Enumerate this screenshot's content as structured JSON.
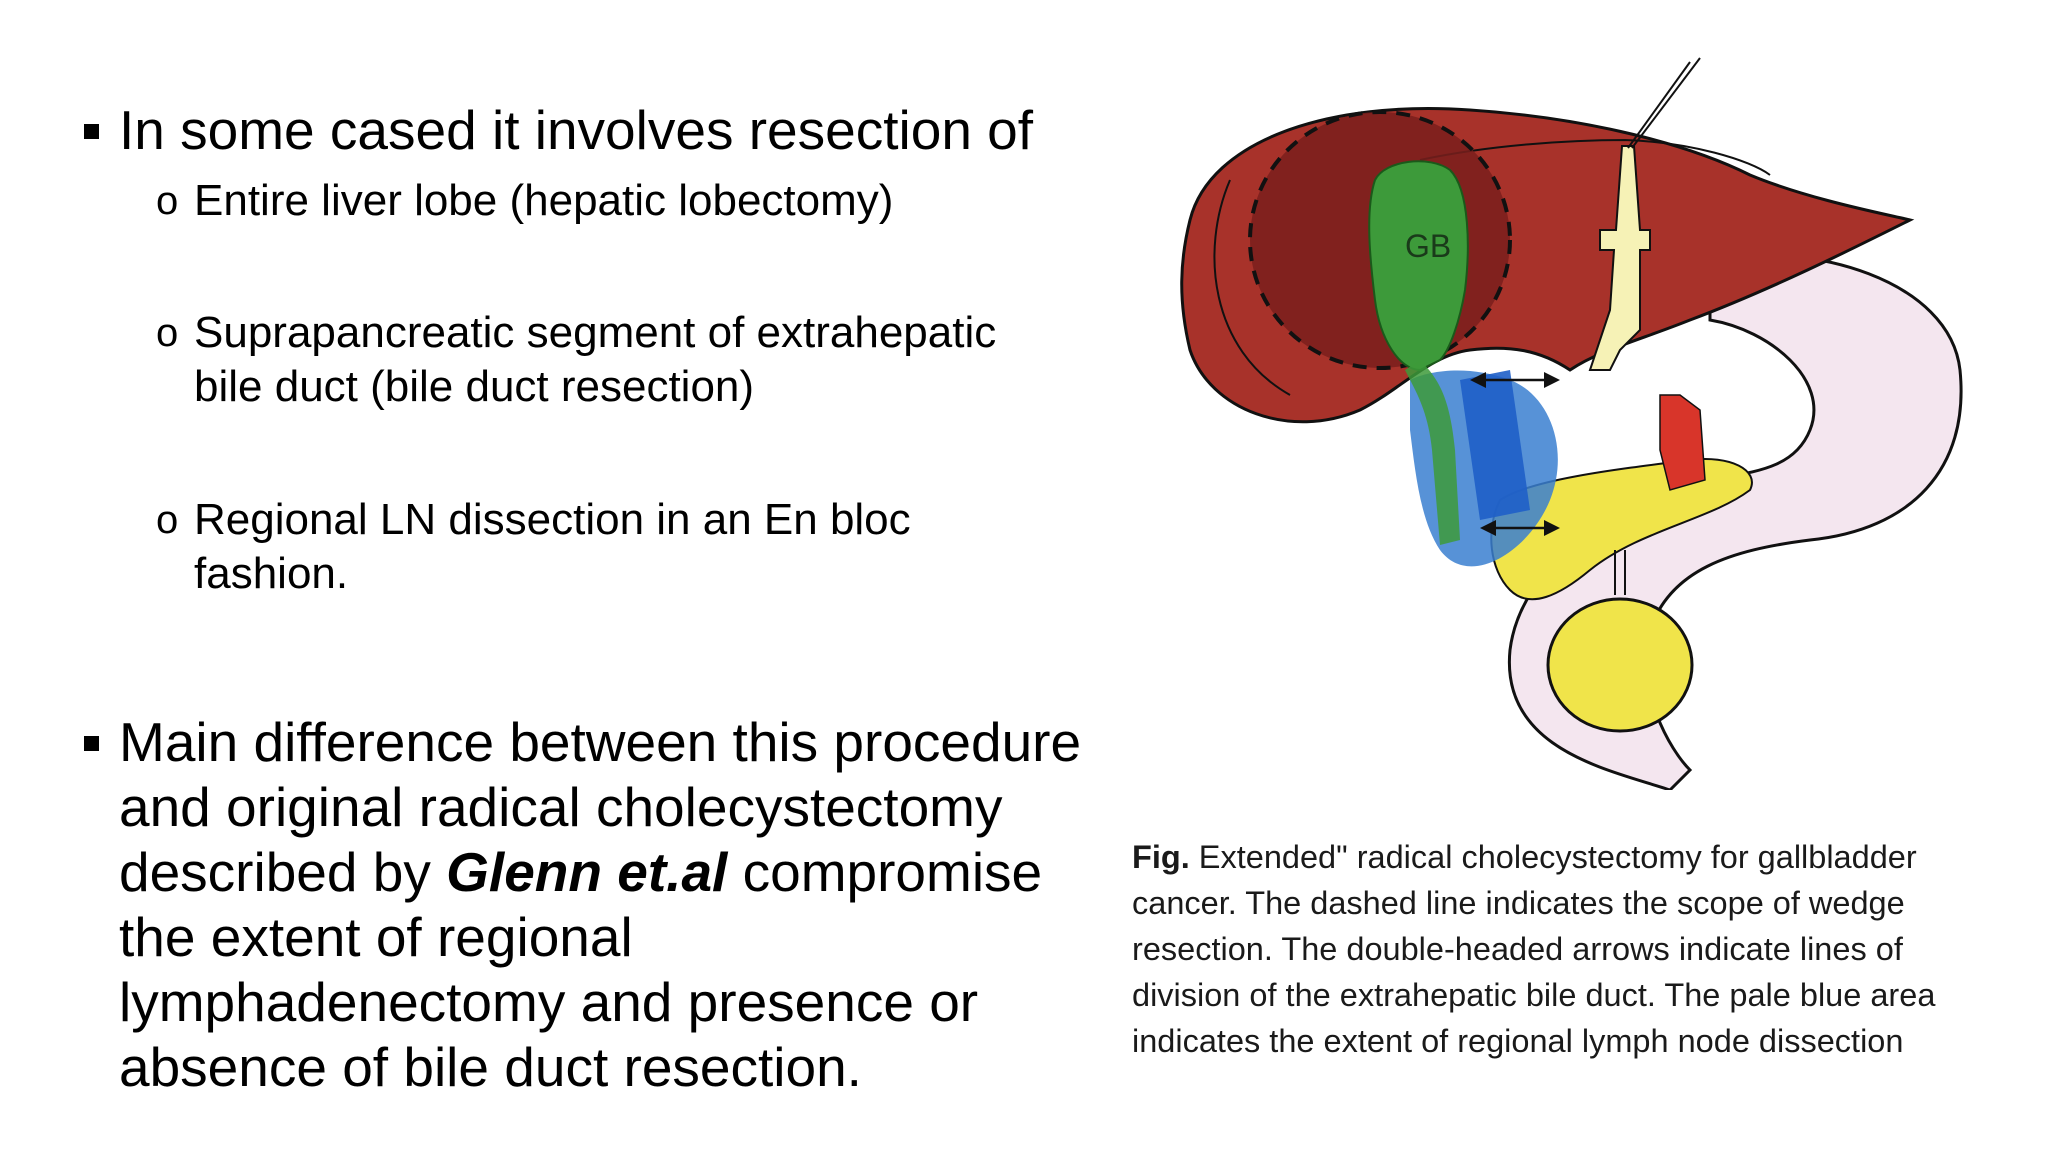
{
  "bullets": {
    "first": {
      "text": "In some cased it involves resection of",
      "subitems": [
        {
          "marker": "o",
          "line1": "Entire liver lobe (hepatic lobectomy)",
          "line2": ""
        },
        {
          "marker": "o",
          "line1": "Suprapancreatic segment of extrahepatic",
          "line2": "bile duct (bile duct resection)"
        },
        {
          "marker": "o",
          "line1": "Regional LN dissection in an En bloc",
          "line2": "fashion."
        }
      ]
    },
    "second": {
      "line1": "Main difference between this procedure",
      "line2": "and original radical cholecystectomy",
      "line3_prefix": "described by ",
      "line3_emphasis": "Glenn et.al",
      "line3_suffix": " compromise",
      "line4": "the extent of regional",
      "line5": "lymphadenectomy and presence or",
      "line6": "absence of bile duct resection."
    }
  },
  "figure": {
    "gb_label": "GB",
    "colors": {
      "liver": "#a8322a",
      "wedge": "#7a1e1c",
      "gallbladder": "#3d9a3a",
      "bile_duct": "#f6f2b6",
      "lymph_area": "#3a7fd0",
      "duodenum": "#f4e6ef",
      "pancreas_yellow": "#f0e44a",
      "artery": "#d8352a"
    }
  },
  "caption": {
    "label": "Fig.",
    "line1": " Extended\" radical cholecystectomy for gallbladder",
    "line2": "cancer. The dashed line indicates the scope of wedge",
    "line3": "resection. The double-headed arrows indicate lines of",
    "line4": "division of the extrahepatic bile duct. The pale blue area",
    "line5": "indicates the extent of regional lymph node dissection"
  }
}
